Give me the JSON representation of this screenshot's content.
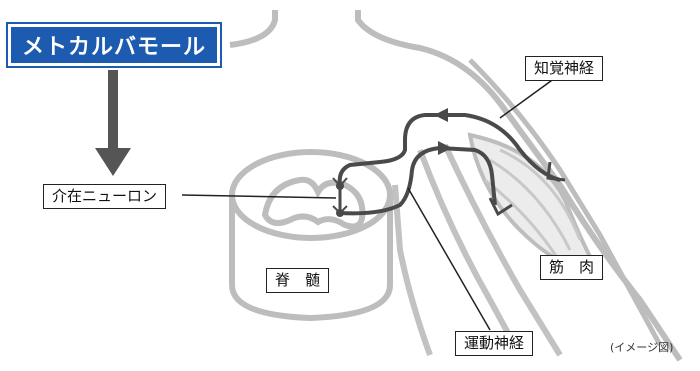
{
  "title": "メトカルバモール",
  "labels": {
    "interneuron": "介在ニューロン",
    "sensory_nerve": "知覚神経",
    "muscle": "筋　肉",
    "spinal_cord": "脊　髄",
    "motor_nerve": "運動神経"
  },
  "note": "(イメージ図)",
  "colors": {
    "title_bg": "#1d5bb0",
    "structure_gray": "#bdbdbd",
    "nerve_dark": "#4a4a4a",
    "arrow_dark": "#555555"
  }
}
